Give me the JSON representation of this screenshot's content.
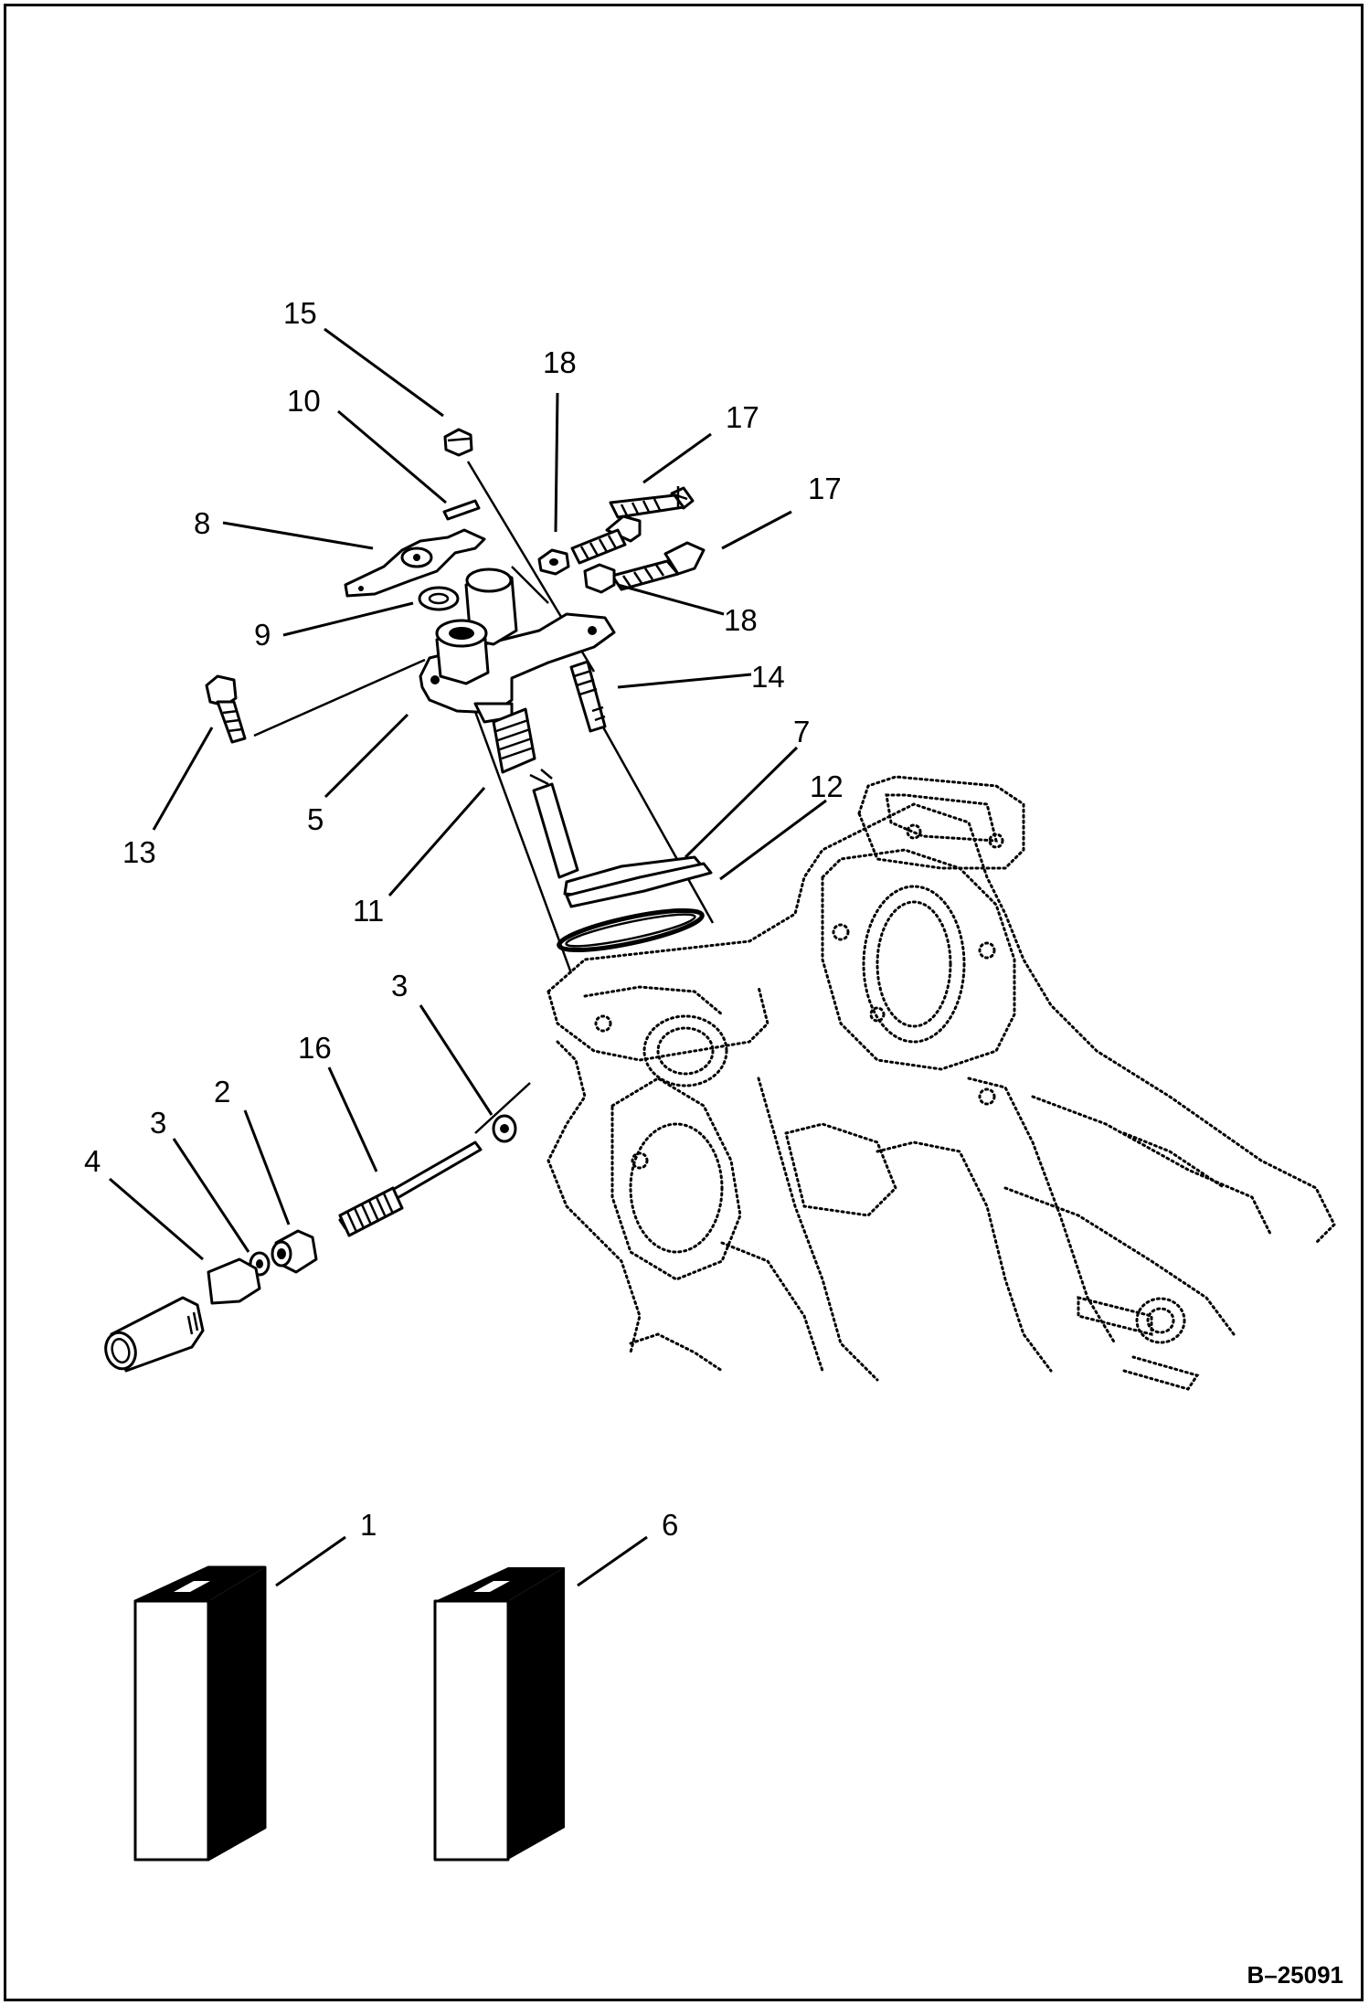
{
  "figure": {
    "reference": "B–25091"
  },
  "callouts": [
    {
      "id": "c15",
      "text": "15"
    },
    {
      "id": "c18a",
      "text": "18"
    },
    {
      "id": "c10",
      "text": "10"
    },
    {
      "id": "c17a",
      "text": "17"
    },
    {
      "id": "c17b",
      "text": "17"
    },
    {
      "id": "c8",
      "text": "8"
    },
    {
      "id": "c18b",
      "text": "18"
    },
    {
      "id": "c9",
      "text": "9"
    },
    {
      "id": "c14",
      "text": "14"
    },
    {
      "id": "c7",
      "text": "7"
    },
    {
      "id": "c12",
      "text": "12"
    },
    {
      "id": "c5",
      "text": "5"
    },
    {
      "id": "c13",
      "text": "13"
    },
    {
      "id": "c11",
      "text": "11"
    },
    {
      "id": "c3a",
      "text": "3"
    },
    {
      "id": "c16",
      "text": "16"
    },
    {
      "id": "c2",
      "text": "2"
    },
    {
      "id": "c3b",
      "text": "3"
    },
    {
      "id": "c4",
      "text": "4"
    },
    {
      "id": "c1",
      "text": "1"
    },
    {
      "id": "c6",
      "text": "6"
    }
  ]
}
